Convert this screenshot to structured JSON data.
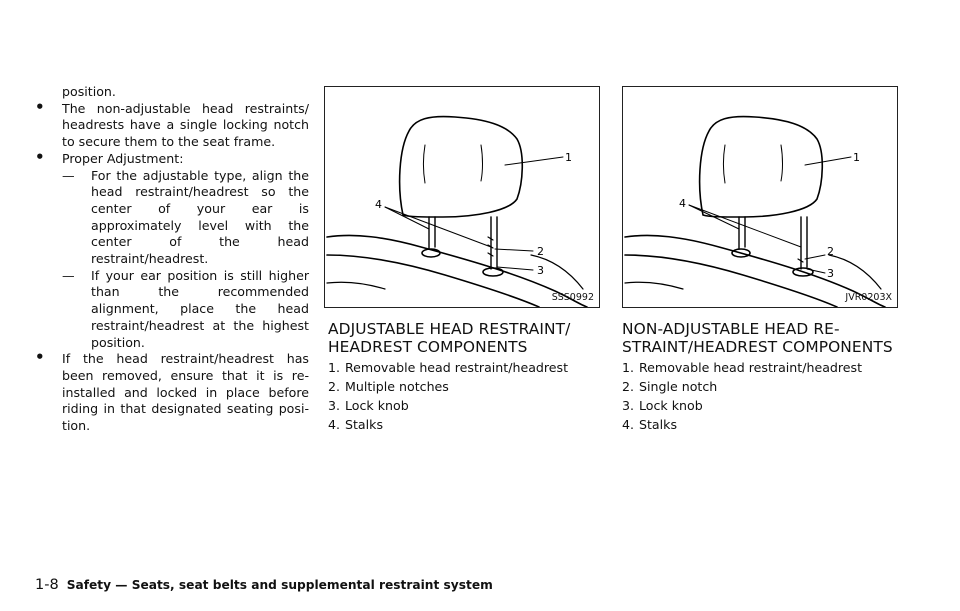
{
  "left_column": {
    "continuation": "position.",
    "bullets": [
      {
        "text": "The non-adjustable head restraints/ headrests have a single locking notch to secure them to the seat frame."
      },
      {
        "text": "Proper Adjustment:"
      }
    ],
    "dashes": [
      "For the adjustable type, align the head restraint/headrest so the center of your ear is approximately level with the center of the head restraint/headrest.",
      "If your ear position is still higher than the recommended alignment, place the head restraint/headrest at the highest position."
    ],
    "last_bullet": "If the head restraint/headrest has been removed, ensure that it is re-installed and locked in place before riding in that designated seating posi-tion.",
    "bullet_symbol": "•",
    "dash_symbol": "—"
  },
  "figure1": {
    "code": "SSS0992",
    "callouts": [
      "1",
      "2",
      "3",
      "4"
    ],
    "title": "ADJUSTABLE HEAD RESTRAINT/ HEADREST COMPONENTS",
    "items": [
      {
        "num": "1.",
        "text": "Removable head restraint/headrest"
      },
      {
        "num": "2.",
        "text": "Multiple notches"
      },
      {
        "num": "3.",
        "text": "Lock knob"
      },
      {
        "num": "4.",
        "text": "Stalks"
      }
    ]
  },
  "figure2": {
    "code": "JVR0203X",
    "callouts": [
      "1",
      "2",
      "3",
      "4"
    ],
    "title": "NON-ADJUSTABLE HEAD RE-STRAINT/HEADREST COMPONENTS",
    "items": [
      {
        "num": "1.",
        "text": "Removable head restraint/headrest"
      },
      {
        "num": "2.",
        "text": "Single notch"
      },
      {
        "num": "3.",
        "text": "Lock knob"
      },
      {
        "num": "4.",
        "text": "Stalks"
      }
    ]
  },
  "footer": {
    "page_number": "1-8",
    "section": "Safety — Seats, seat belts and supplemental restraint system"
  }
}
